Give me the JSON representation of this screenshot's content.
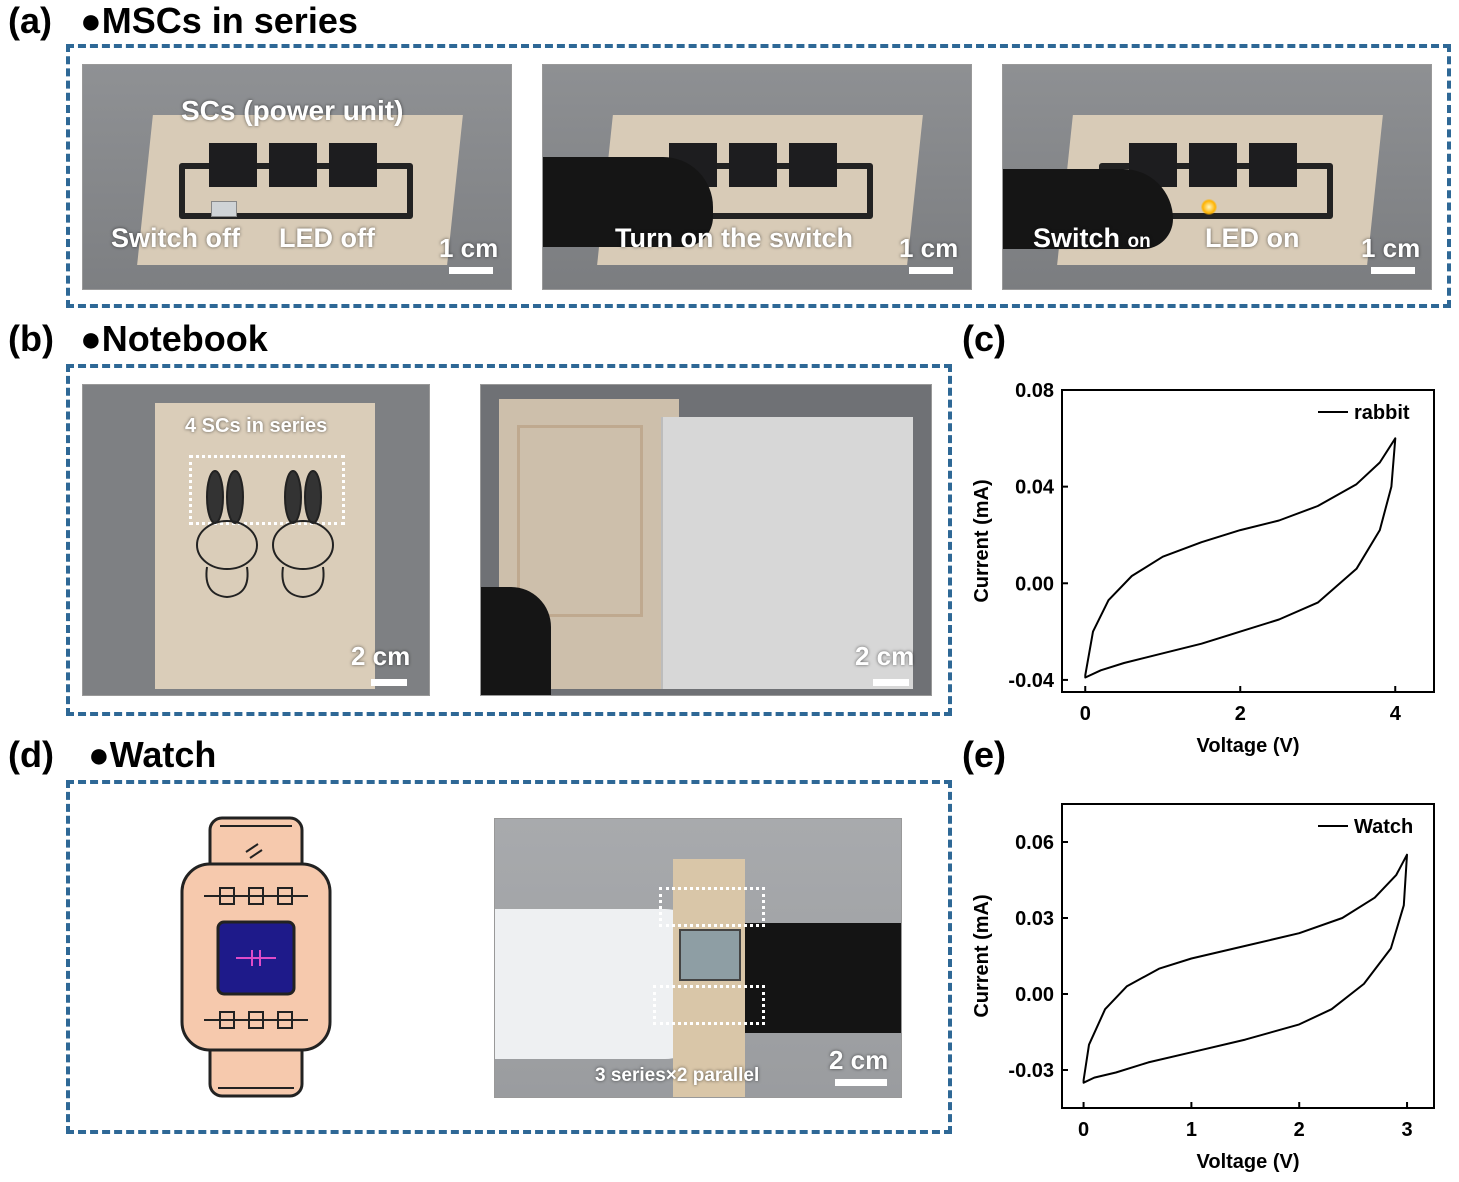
{
  "panel_a": {
    "label": "(a)",
    "title": "●MSCs in series",
    "photo1": {
      "top": "SCs (power unit)",
      "left": "Switch off",
      "right": "LED off",
      "scale": "1 cm"
    },
    "photo2": {
      "caption": "Turn on the switch",
      "scale": "1 cm"
    },
    "photo3": {
      "left_main": "Switch",
      "left_sub": "on",
      "right": "LED on",
      "scale": "1 cm"
    }
  },
  "panel_b": {
    "label": "(b)",
    "title": "●Notebook",
    "photo1": {
      "caption": "4 SCs in series",
      "scale": "2 cm"
    },
    "photo2": {
      "scale": "2 cm"
    }
  },
  "panel_c": {
    "label": "(c)"
  },
  "panel_d": {
    "label": "(d)",
    "title": "●Watch",
    "photo": {
      "caption": "3 series×2 parallel",
      "scale": "2 cm"
    }
  },
  "panel_e": {
    "label": "(e)"
  },
  "chart_data": [
    {
      "type": "line",
      "panel": "(c)",
      "xlabel": "Voltage (V)",
      "ylabel": "Current (mA)",
      "xlim": [
        -0.3,
        4.5
      ],
      "ylim": [
        -0.045,
        0.08
      ],
      "xticks": [
        0,
        2,
        4
      ],
      "yticks": [
        -0.04,
        0.0,
        0.04,
        0.08
      ],
      "ytick_labels": [
        "-0.04",
        "0.00",
        "0.04",
        "0.08"
      ],
      "legend": "top-right",
      "series": [
        {
          "name": "rabbit",
          "upper": {
            "x": [
              0,
              0.1,
              0.3,
              0.6,
              1,
              1.5,
              2,
              2.5,
              3,
              3.5,
              3.8,
              4
            ],
            "y": [
              -0.038,
              -0.02,
              -0.007,
              0.003,
              0.011,
              0.017,
              0.022,
              0.026,
              0.032,
              0.041,
              0.05,
              0.06
            ]
          },
          "lower": {
            "x": [
              4,
              3.95,
              3.8,
              3.5,
              3,
              2.5,
              2,
              1.5,
              1,
              0.5,
              0.2,
              0
            ],
            "y": [
              0.06,
              0.04,
              0.022,
              0.006,
              -0.008,
              -0.015,
              -0.02,
              -0.025,
              -0.029,
              -0.033,
              -0.036,
              -0.039
            ]
          }
        }
      ]
    },
    {
      "type": "line",
      "panel": "(e)",
      "xlabel": "Voltage (V)",
      "ylabel": "Current (mA)",
      "xlim": [
        -0.2,
        3.25
      ],
      "ylim": [
        -0.045,
        0.075
      ],
      "xticks": [
        0,
        1,
        2,
        3
      ],
      "yticks": [
        -0.03,
        0.0,
        0.03,
        0.06
      ],
      "ytick_labels": [
        "-0.03",
        "0.00",
        "0.03",
        "0.06"
      ],
      "legend": "top-right",
      "series": [
        {
          "name": "Watch",
          "upper": {
            "x": [
              0,
              0.05,
              0.2,
              0.4,
              0.7,
              1,
              1.5,
              2,
              2.4,
              2.7,
              2.9,
              3
            ],
            "y": [
              -0.034,
              -0.02,
              -0.006,
              0.003,
              0.01,
              0.014,
              0.019,
              0.024,
              0.03,
              0.038,
              0.047,
              0.055
            ]
          },
          "lower": {
            "x": [
              3,
              2.97,
              2.85,
              2.6,
              2.3,
              2,
              1.5,
              1,
              0.6,
              0.3,
              0.1,
              0
            ],
            "y": [
              0.055,
              0.035,
              0.018,
              0.004,
              -0.006,
              -0.012,
              -0.018,
              -0.023,
              -0.027,
              -0.031,
              -0.033,
              -0.035
            ]
          }
        }
      ]
    }
  ]
}
